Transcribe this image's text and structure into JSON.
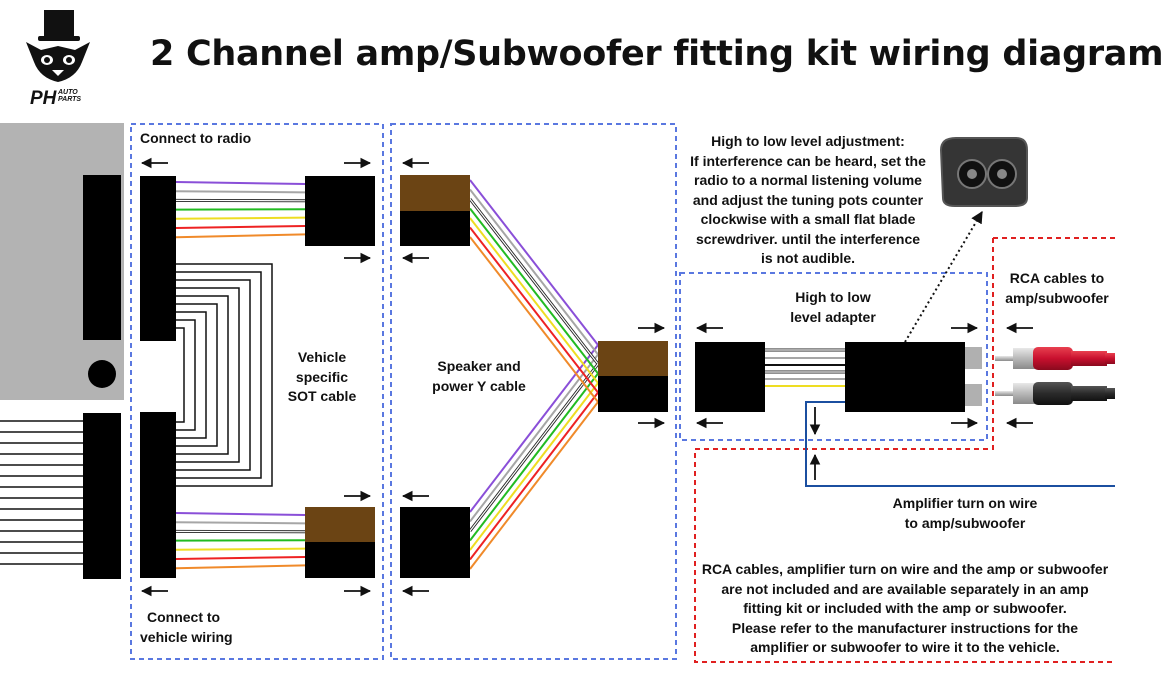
{
  "title": "2 Channel amp/Subwoofer fitting kit wiring diagram",
  "brand": {
    "main": "PH",
    "line1": "AUTO",
    "line2": "PARTS"
  },
  "labels": {
    "connect_radio": "Connect to radio",
    "connect_vehicle_1": "Connect to",
    "connect_vehicle_2": "vehicle wiring",
    "sot_1": "Vehicle",
    "sot_2": "specific",
    "sot_3": "SOT cable",
    "y_1": "Speaker and",
    "y_2": "power Y cable",
    "adj_1": "High to low level adjustment:",
    "adj_2": "If interference can be heard, set the",
    "adj_3": "radio to a normal listening volume",
    "adj_4": "and adjust the tuning pots counter",
    "adj_5": "clockwise with a small flat blade",
    "adj_6": "screwdriver. until the interference",
    "adj_7": "is not audible.",
    "hl_1": "High to low",
    "hl_2": "level adapter",
    "rca_1": "RCA cables to",
    "rca_2": "amp/subwoofer",
    "turnon_1": "Amplifier turn on wire",
    "turnon_2": "to amp/subwoofer",
    "note_1": "RCA cables, amplifier turn on wire and the amp or subwoofer",
    "note_2": "are not included and are available separately in an amp",
    "note_3": "fitting kit or included with the amp or subwoofer.",
    "note_4": "Please refer to the manufacturer instructions for the",
    "note_5": "amplifier or subwoofer to wire it to the vehicle."
  },
  "colors": {
    "blue_dash": "#5a78e0",
    "red_dash": "#e02020",
    "connector_brown": "#6b4414",
    "radio_gray": "#b3b3b3",
    "turn_on_wire": "#1b4fa0",
    "rca_red": "#c8102e",
    "rca_black": "#2a2a2a"
  },
  "wire_colors": [
    "#8a4fd8",
    "#a6a6a6",
    "#ffffff",
    "#22bb22",
    "#eedd22",
    "#ee2222",
    "#f08a2a"
  ]
}
